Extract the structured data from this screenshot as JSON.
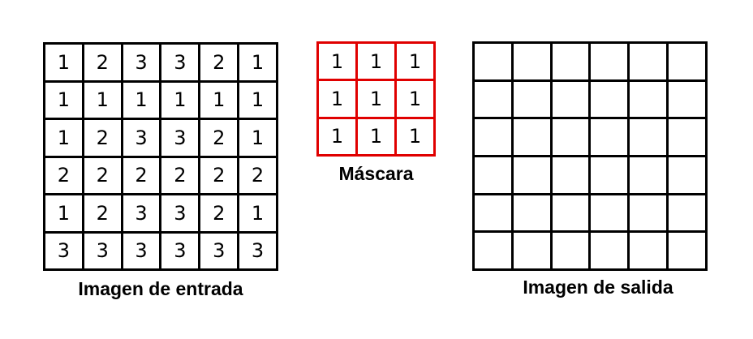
{
  "input_image": {
    "label": "Imagen de entrada",
    "rows": [
      [
        "1",
        "2",
        "3",
        "3",
        "2",
        "1"
      ],
      [
        "1",
        "1",
        "1",
        "1",
        "1",
        "1"
      ],
      [
        "1",
        "2",
        "3",
        "3",
        "2",
        "1"
      ],
      [
        "2",
        "2",
        "2",
        "2",
        "2",
        "2"
      ],
      [
        "1",
        "2",
        "3",
        "3",
        "2",
        "1"
      ],
      [
        "3",
        "3",
        "3",
        "3",
        "3",
        "3"
      ]
    ]
  },
  "mask": {
    "label": "Máscara",
    "color": "#e00000",
    "rows": [
      [
        "1",
        "1",
        "1"
      ],
      [
        "1",
        "1",
        "1"
      ],
      [
        "1",
        "1",
        "1"
      ]
    ]
  },
  "output_image": {
    "label": "Imagen de salida",
    "rows": [
      [
        "",
        "",
        "",
        "",
        "",
        ""
      ],
      [
        "",
        "",
        "",
        "",
        "",
        ""
      ],
      [
        "",
        "",
        "",
        "",
        "",
        ""
      ],
      [
        "",
        "",
        "",
        "",
        "",
        ""
      ],
      [
        "",
        "",
        "",
        "",
        "",
        ""
      ],
      [
        "",
        "",
        "",
        "",
        "",
        ""
      ]
    ]
  }
}
